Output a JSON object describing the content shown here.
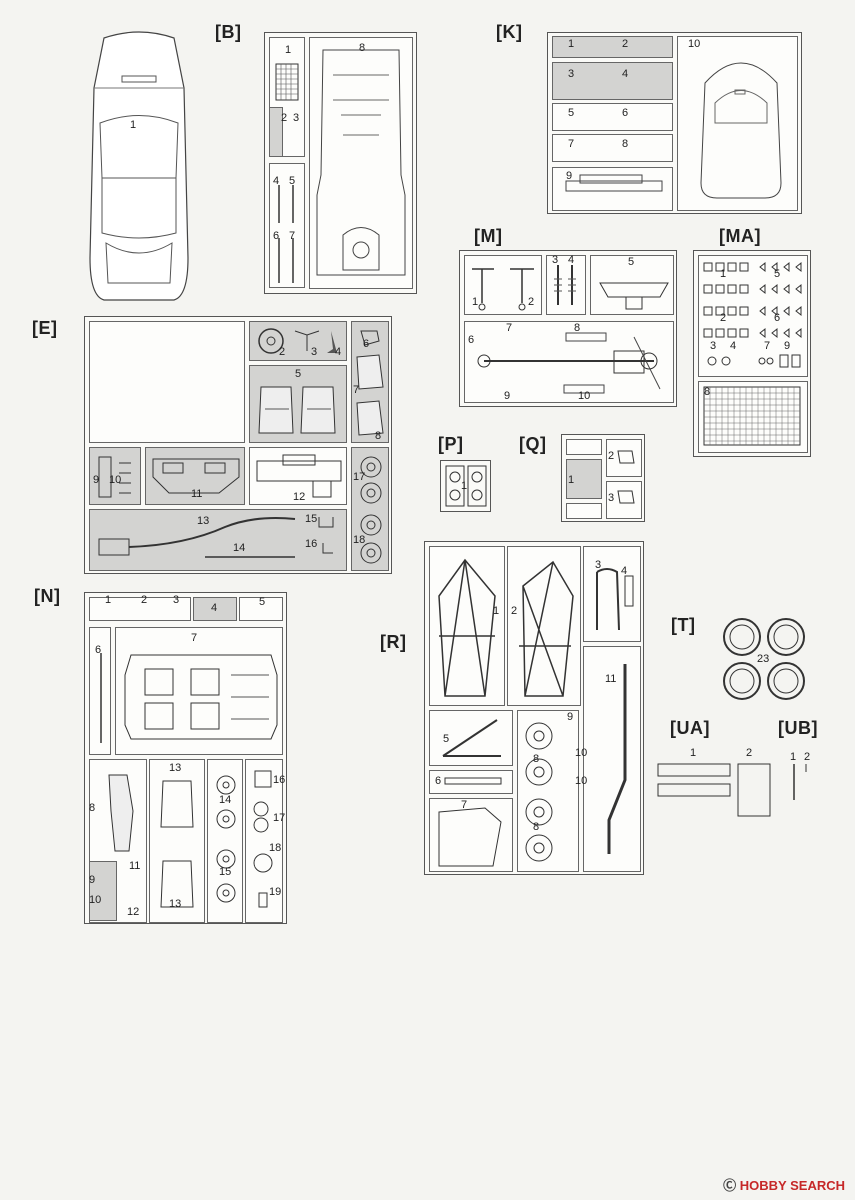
{
  "sprues": {
    "B": "[B]",
    "K": "[K]",
    "M": "[M]",
    "MA": "[MA]",
    "E": "[E]",
    "P": "[P]",
    "Q": "[Q]",
    "N": "[N]",
    "R": "[R]",
    "T": "[T]",
    "UA": "[UA]",
    "UB": "[UB]"
  },
  "body": {
    "n1": "1"
  },
  "b": {
    "n1": "1",
    "n2": "2",
    "n3": "3",
    "n4": "4",
    "n5": "5",
    "n6": "6",
    "n7": "7",
    "n8": "8"
  },
  "k": {
    "n1": "1",
    "n2": "2",
    "n3": "3",
    "n4": "4",
    "n5": "5",
    "n6": "6",
    "n7": "7",
    "n8": "8",
    "n9": "9",
    "n10": "10"
  },
  "m": {
    "n1": "1",
    "n2": "2",
    "n3": "3",
    "n4": "4",
    "n5": "5",
    "n6": "6",
    "n7": "7",
    "n8": "8",
    "n9": "9",
    "n10": "10"
  },
  "ma": {
    "n1": "1",
    "n2": "2",
    "n3": "3",
    "n4": "4",
    "n5": "5",
    "n6": "6",
    "n7": "7",
    "n8": "8",
    "n9": "9"
  },
  "e": {
    "n2": "2",
    "n3": "3",
    "n4": "4",
    "n5": "5",
    "n6": "6",
    "n7": "7",
    "n8": "8",
    "n9": "9",
    "n10": "10",
    "n11": "11",
    "n12": "12",
    "n13": "13",
    "n14": "14",
    "n15": "15",
    "n16": "16",
    "n17": "17",
    "n18": "18"
  },
  "p": {
    "n1": "1"
  },
  "q": {
    "n1": "1",
    "n2": "2",
    "n3": "3"
  },
  "n": {
    "n1": "1",
    "n2": "2",
    "n3": "3",
    "n4": "4",
    "n5": "5",
    "n6": "6",
    "n7": "7",
    "n8": "8",
    "n9": "9",
    "n10": "10",
    "n11": "11",
    "n12": "12",
    "n13a": "13",
    "n13b": "13",
    "n14": "14",
    "n15": "15",
    "n16": "16",
    "n17": "17",
    "n18": "18",
    "n19": "19"
  },
  "r": {
    "n1": "1",
    "n2": "2",
    "n3": "3",
    "n4": "4",
    "n5": "5",
    "n6": "6",
    "n7": "7",
    "n8a": "8",
    "n8b": "8",
    "n9": "9",
    "n10a": "10",
    "n10b": "10",
    "n11": "11"
  },
  "t": {
    "n23": "23"
  },
  "ua": {
    "n1": "1",
    "n2": "2"
  },
  "ub": {
    "n1": "1",
    "n2": "2"
  },
  "footer": {
    "brand": "HOBBY SEARCH",
    "mark": "Ⓒ"
  }
}
